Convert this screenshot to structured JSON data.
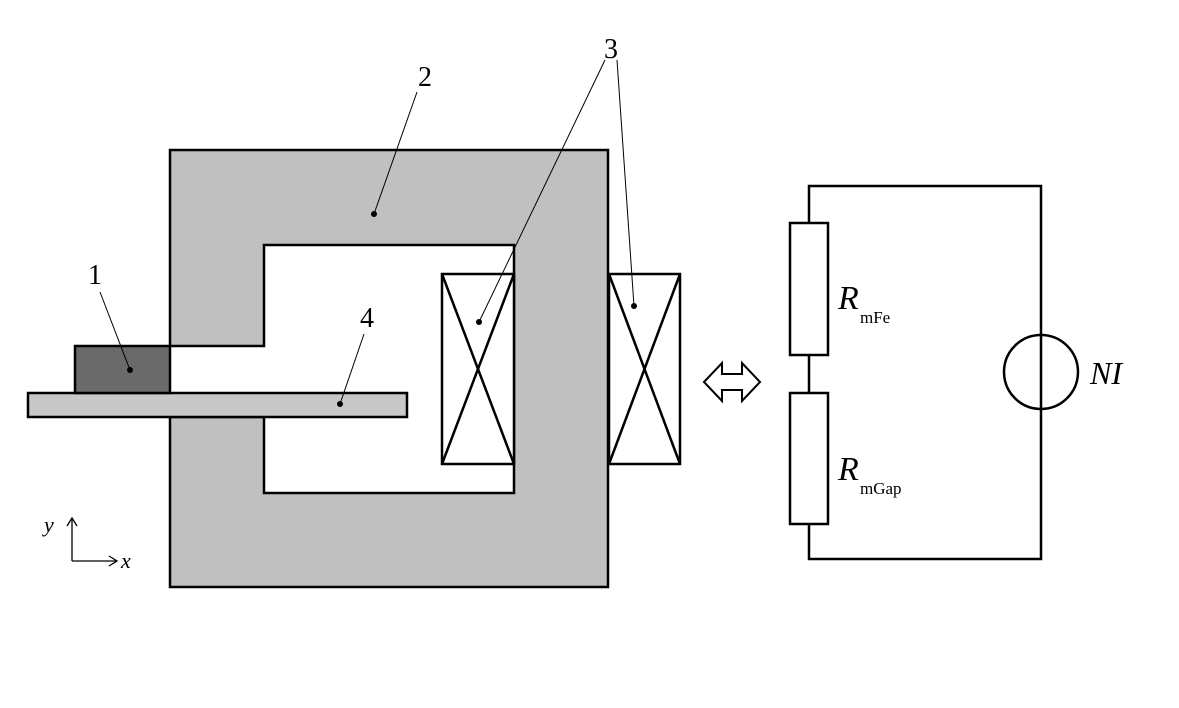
{
  "labels": {
    "part1": "1",
    "part2": "2",
    "part3": "3",
    "part4": "4"
  },
  "axes": {
    "y": "y",
    "x": "x"
  },
  "circuit": {
    "r_fe_symbol": "R",
    "r_fe_subscript": "mFe",
    "r_gap_symbol": "R",
    "r_gap_subscript": "mGap",
    "source_label": "NI"
  },
  "colors": {
    "core_fill": "#c0c0c0",
    "armature_fill": "#c8c8c8",
    "magnet_fill": "#6a6a6a",
    "stroke": "#000000"
  }
}
